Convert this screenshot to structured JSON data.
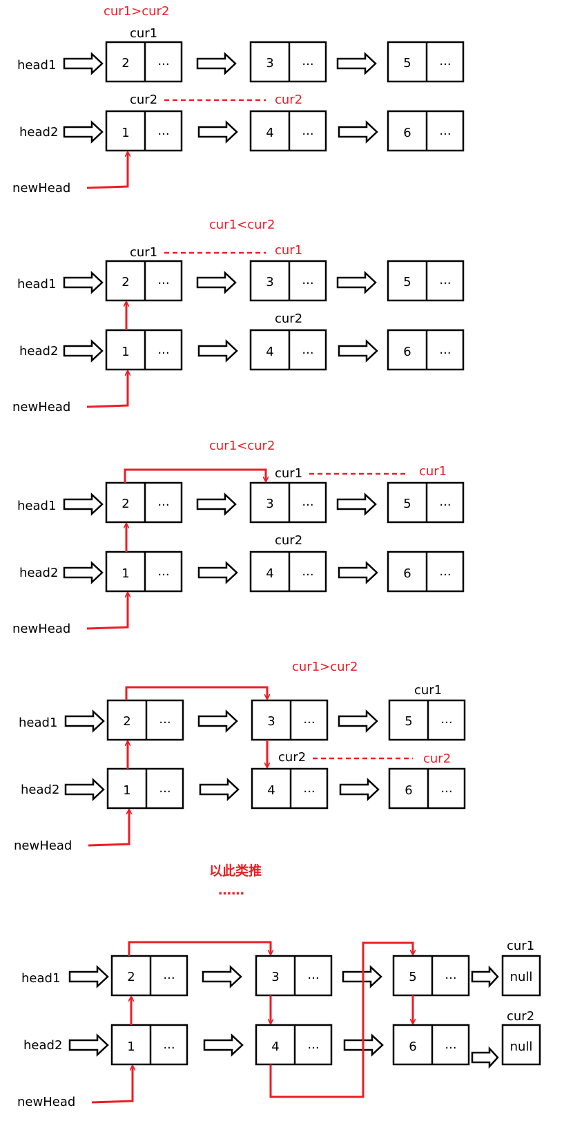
{
  "labels": {
    "head1": "head1",
    "head2": "head2",
    "newHead": "newHead",
    "cur1": "cur1",
    "cur2": "cur2",
    "ellipsis": "...",
    "null": "null"
  },
  "list1_values": [
    "2",
    "3",
    "5"
  ],
  "list2_values": [
    "1",
    "4",
    "6"
  ],
  "steps": [
    {
      "comparison": "cur1>cur2"
    },
    {
      "comparison": "cur1<cur2"
    },
    {
      "comparison": "cur1<cur2"
    },
    {
      "comparison": "cur1>cur2"
    }
  ],
  "separator": {
    "text": "以此类推",
    "dots": "……"
  },
  "colors": {
    "accent": "#ee1c24",
    "stroke": "#000000"
  }
}
